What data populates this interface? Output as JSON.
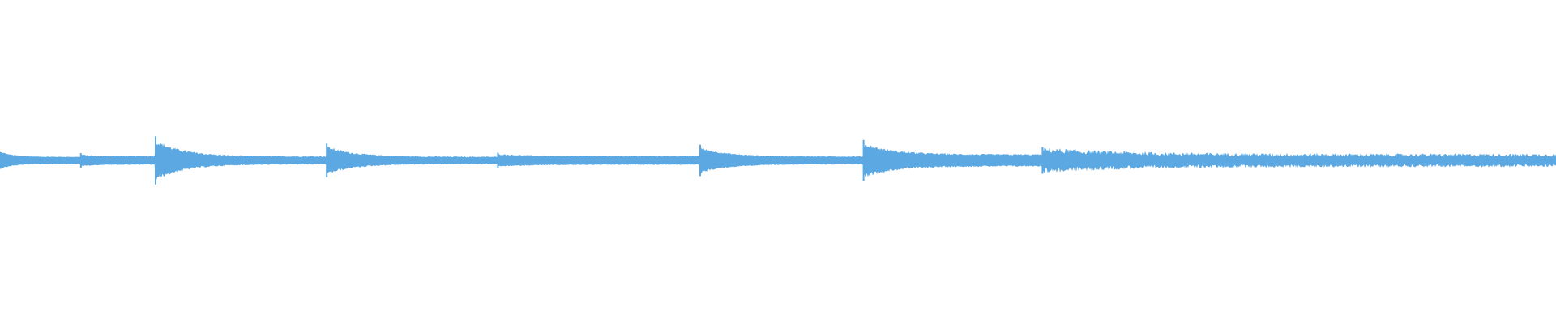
{
  "waveform": {
    "color": "#5BA8E2",
    "background": "#FFFFFF",
    "segments": [
      {
        "start": 0.0,
        "end": 0.052,
        "onset": 0.45,
        "tail": 0.18,
        "jitter": 0.1
      },
      {
        "start": 0.052,
        "end": 0.1,
        "onset": 0.3,
        "tail": 0.22,
        "jitter": 0.1
      },
      {
        "start": 0.1,
        "end": 0.21,
        "onset": 1.0,
        "tail": 0.2,
        "jitter": 0.14
      },
      {
        "start": 0.21,
        "end": 0.32,
        "onset": 0.7,
        "tail": 0.18,
        "jitter": 0.14
      },
      {
        "start": 0.32,
        "end": 0.45,
        "onset": 0.32,
        "tail": 0.22,
        "jitter": 0.1
      },
      {
        "start": 0.45,
        "end": 0.555,
        "onset": 0.65,
        "tail": 0.2,
        "jitter": 0.12
      },
      {
        "start": 0.555,
        "end": 0.67,
        "onset": 0.85,
        "tail": 0.3,
        "jitter": 0.14
      },
      {
        "start": 0.67,
        "end": 1.0,
        "onset": 0.55,
        "tail": 0.28,
        "jitter": 0.3
      }
    ]
  }
}
